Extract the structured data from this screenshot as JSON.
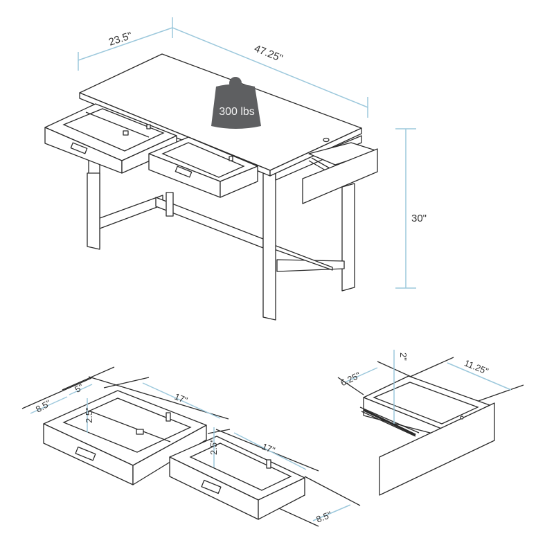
{
  "diagram": {
    "type": "product-dimension-diagram",
    "subject": "Writing desk with three drawers",
    "colors": {
      "line": "#2a2a2a",
      "dimension": "#9cc8dc",
      "weight": "#5e5f61",
      "background": "#ffffff"
    },
    "desk": {
      "depth_label": "23.5\"",
      "width_label": "47.25\"",
      "height_label": "30\"",
      "weight_capacity_label": "300 lbs"
    },
    "large_drawer": {
      "width_label": "8.5\"",
      "compartment_label": "5\"",
      "depth_label": "17\"",
      "height_label": "2.5\""
    },
    "medium_drawer": {
      "depth_label": "17\"",
      "height_label": "2.5\"",
      "width_label": "8.5\""
    },
    "side_drawer": {
      "width_label": "6.25\"",
      "height_label": "2\"",
      "depth_label": "11.25\""
    }
  }
}
